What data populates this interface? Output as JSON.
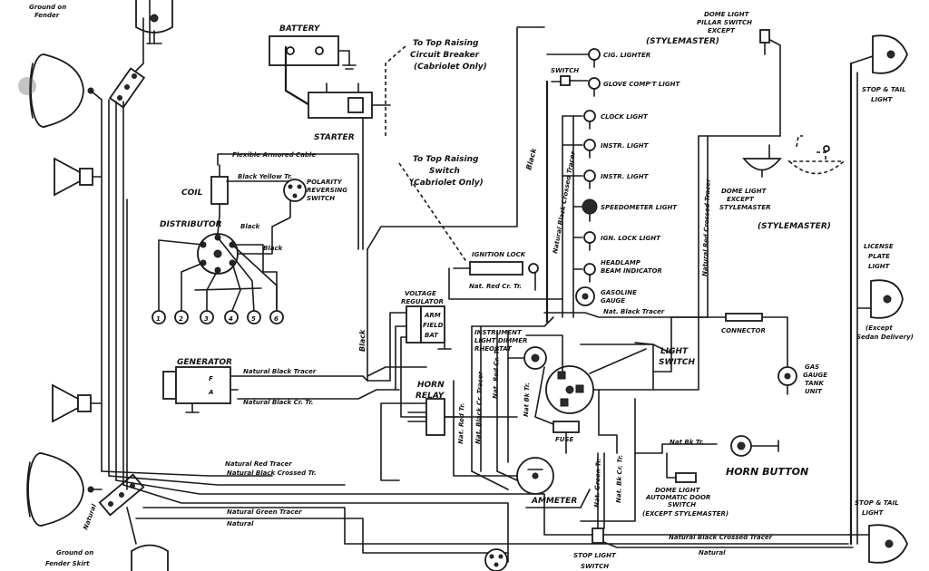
{
  "labels": {
    "battery": "BATTERY",
    "starter": "STARTER",
    "to_top_raising_breaker_1": "To Top Raising",
    "to_top_raising_breaker_2": "Circuit Breaker",
    "to_top_raising_breaker_3": "(Cabriolet Only)",
    "to_top_raising_switch_1": "To Top Raising",
    "to_top_raising_switch_2": "Switch",
    "to_top_raising_switch_3": "(Cabriolet Only)",
    "flexible_cable": "Flexible Armored Cable",
    "coil": "COIL",
    "black_yellow_tr": "Black Yellow Tr.",
    "polarity_switch_1": "POLARITY",
    "polarity_switch_2": "REVERSING",
    "polarity_switch_3": "SWITCH",
    "distributor": "DISTRIBUTOR",
    "black_1": "Black",
    "black_2": "Black",
    "black_v1": "Black",
    "black_v2": "Black",
    "cyl_1": "1",
    "cyl_2": "2",
    "cyl_3": "3",
    "cyl_4": "4",
    "cyl_5": "5",
    "cyl_6": "6",
    "generator": "GENERATOR",
    "gen_f": "F",
    "gen_a": "A",
    "natural_black_tracer": "Natural Black Tracer",
    "natural_black_cr_tr": "Natural Black Cr. Tr.",
    "voltage_regulator_1": "VOLTAGE",
    "voltage_regulator_2": "REGULATOR",
    "reg_arm": "ARM",
    "reg_field": "FIELD",
    "reg_bat": "BAT",
    "horn_relay_1": "HORN",
    "horn_relay_2": "RELAY",
    "instrument_light_1": "INSTRUMENT",
    "instrument_light_2": "LIGHT DIMMER",
    "instrument_light_3": "RHEOSTAT",
    "ignition_lock": "IGNITION LOCK",
    "nat_red_cr_tr": "Nat. Red Cr. Tr.",
    "cig_lighter": "CIG. LIGHTER",
    "switch_small": "SWITCH",
    "glove_compt_light": "GLOVE COMP'T LIGHT",
    "clock_light": "CLOCK LIGHT",
    "instr_light_1": "INSTR. LIGHT",
    "instr_light_2": "INSTR. LIGHT",
    "speedometer_light": "SPEEDOMETER LIGHT",
    "ign_lock_light": "IGN. LOCK LIGHT",
    "headlamp_beam_1": "HEADLAMP",
    "headlamp_beam_2": "BEAM INDICATOR",
    "gasoline_gauge_1": "GASOLINE",
    "gasoline_gauge_2": "GAUGE",
    "nat_black_tracer": "Nat. Black Tracer",
    "natural_black_crossed_tracer_v": "Natural Black Crossed Tracer",
    "natural_red_crossed_tracer_v": "Natural Red Crossed Tracer",
    "dome_pillar_1": "DOME LIGHT",
    "dome_pillar_2": "PILLAR SWITCH",
    "dome_pillar_3": "EXCEPT",
    "dome_pillar_4": "(STYLEMASTER)",
    "dome_light_1": "DOME LIGHT",
    "dome_light_2": "EXCEPT",
    "dome_light_3": "STYLEMASTER",
    "stylemaster": "(STYLEMASTER)",
    "stop_tail_top_1": "STOP & TAIL",
    "stop_tail_top_2": "LIGHT",
    "license_1": "LICENSE",
    "license_2": "PLATE",
    "license_3": "LIGHT",
    "license_4": "(Except",
    "license_5": "Sedan Delivery)",
    "connector": "CONNECTOR",
    "gas_gauge_tank_1": "GAS",
    "gas_gauge_tank_2": "GAUGE",
    "gas_gauge_tank_3": "TANK",
    "gas_gauge_tank_4": "UNIT",
    "light_switch_1": "LIGHT",
    "light_switch_2": "SWITCH",
    "fuse": "FUSE",
    "ammeter": "AMMETER",
    "horn_button": "HORN BUTTON",
    "nat_bk_tr": "Nat Bk Tr.",
    "dome_auto_1": "DOME LIGHT",
    "dome_auto_2": "AUTOMATIC DOOR",
    "dome_auto_3": "SWITCH",
    "dome_auto_4": "(EXCEPT STYLEMASTER)",
    "natural_black_crossed_tracer_b": "Natural Black Crossed Tracer",
    "natural": "Natural",
    "natural_left": "Natural",
    "stop_light_switch_1": "STOP LIGHT",
    "stop_light_switch_2": "SWITCH",
    "stop_tail_bot_1": "STOP & TAIL",
    "stop_tail_bot_2": "LIGHT",
    "natural_red_tracer": "Natural Red Tracer",
    "natural_black_crossed_tr": "Natural Black Crossed Tr.",
    "natural_green_tracer": "Natural Green Tracer",
    "ground_fender_top_1": "Ground on",
    "ground_fender_top_2": "Fender",
    "ground_fender_bot_1": "Ground on",
    "ground_fender_bot_2": "Fender Skirt",
    "natural_v_left": "Natural",
    "nat_red_tr_v": "Nat. Red Tr.",
    "nat_black_cr_tr_v": "Nat. Black Cr. Tracer",
    "nat_red_cr_tr_v": "Nat. Red Cr. Tr.",
    "nat_bk_tr_v": "Nat Bk Tr.",
    "nat_green_tr_v": "Nat. Green Tr.",
    "nat_bk_cr_tr_v": "Nat. Bk Cr. Tr."
  }
}
